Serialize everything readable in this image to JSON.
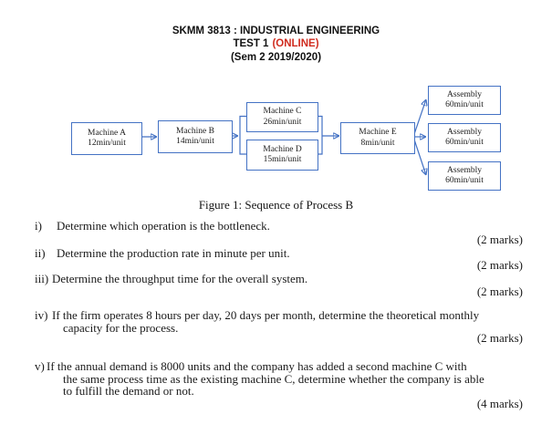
{
  "header": {
    "course_title": "SKMM 3813 : INDUSTRIAL ENGINEERING",
    "test_title": "TEST 1",
    "online_badge": "(ONLINE)",
    "semester": "(Sem 2 2019/2020)"
  },
  "diagram": {
    "caption": "Figure 1: Sequence of Process B",
    "boxes": [
      {
        "name": "Machine A",
        "rate": "12min/unit"
      },
      {
        "name": "Machine B",
        "rate": "14min/unit"
      },
      {
        "name": "Machine C",
        "rate": "26min/unit"
      },
      {
        "name": "Machine D",
        "rate": "15min/unit"
      },
      {
        "name": "Machine E",
        "rate": "8min/unit"
      },
      {
        "name": "Assembly",
        "rate": "60min/unit"
      },
      {
        "name": "Assembly",
        "rate": "60min/unit"
      },
      {
        "name": "Assembly",
        "rate": "60min/unit"
      }
    ]
  },
  "questions": [
    {
      "label": "i)",
      "lines": [
        "Determine which operation is the bottleneck."
      ],
      "marks": "(2 marks)"
    },
    {
      "label": "ii)",
      "lines": [
        "Determine the production rate in minute per unit."
      ],
      "marks": "(2 marks)"
    },
    {
      "label": "iii)",
      "lines": [
        "Determine the throughput time for the overall system."
      ],
      "marks": "(2 marks)"
    },
    {
      "label": "iv)",
      "lines": [
        "If the firm operates 8 hours per day, 20 days per month, determine the theoretical monthly",
        "capacity for the process."
      ],
      "marks": "(2 marks)"
    },
    {
      "label": "v)",
      "lines": [
        "If the annual demand is 8000 units and the company has added a second machine C with",
        "the same process time as the existing machine C, determine whether the company is able",
        "to fulfill the demand or not."
      ],
      "marks": "(4 marks)"
    }
  ],
  "colors": {
    "diagram_blue": "#4472c4",
    "online_red": "#d02c1f"
  }
}
